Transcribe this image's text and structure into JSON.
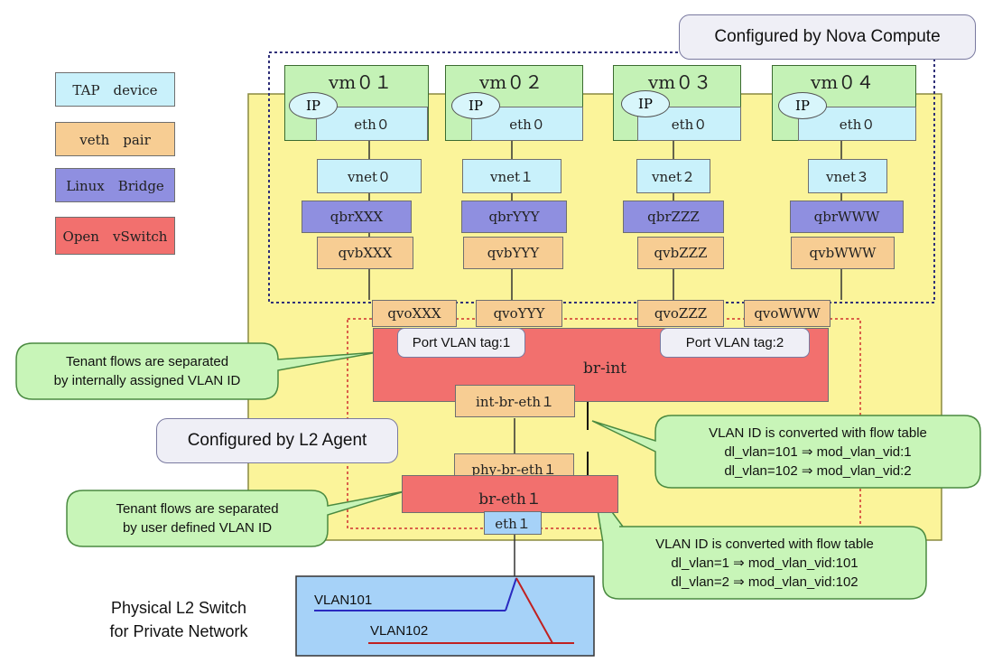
{
  "legend": [
    {
      "label": "TAP　device",
      "kind": "tap"
    },
    {
      "label": "veth　pair",
      "kind": "veth"
    },
    {
      "label": "Linux　Bridge",
      "kind": "bridge"
    },
    {
      "label": "Open　vSwitch",
      "kind": "ovs"
    }
  ],
  "nova_label": "Configured by Nova Compute",
  "l2_label": "Configured by L2 Agent",
  "vms": [
    {
      "name": "vm０１",
      "ip": "IP",
      "eth": "eth０",
      "vnet": "vnet０",
      "qbr": "qbrXXX",
      "qvb": "qvbXXX",
      "qvo": "qvoXXX"
    },
    {
      "name": "vm０２",
      "ip": "IP",
      "eth": "eth０",
      "vnet": "vnet１",
      "qbr": "qbrYYY",
      "qvb": "qvbYYY",
      "qvo": "qvoYYY"
    },
    {
      "name": "vm０３",
      "ip": "IP",
      "eth": "eth０",
      "vnet": "vnet２",
      "qbr": "qbrZZZ",
      "qvb": "qvbZZZ",
      "qvo": "qvoZZZ"
    },
    {
      "name": "vm０４",
      "ip": "IP",
      "eth": "eth０",
      "vnet": "vnet３",
      "qbr": "qbrWWW",
      "qvb": "qvbWWW",
      "qvo": "qvoWWW"
    }
  ],
  "br_int": {
    "name": "br-int",
    "tag1": "Port VLAN tag:1",
    "tag2": "Port VLAN tag:2",
    "int_port": "int-br-eth１"
  },
  "br_eth": {
    "name": "br-eth１",
    "phy_port": "phy-br-eth１",
    "eth": "eth１"
  },
  "callouts": {
    "tenant_internal": "Tenant flows are separated\nby internally assigned VLAN ID",
    "tenant_user": "Tenant flows are separated\nby user defined VLAN ID",
    "convert_upper": "VLAN ID is converted with flow table\ndl_vlan=101 ⇒ mod_vlan_vid:1\ndl_vlan=102 ⇒ mod_vlan_vid:2",
    "convert_lower": "VLAN ID is converted with flow table\ndl_vlan=1 ⇒ mod_vlan_vid:101\ndl_vlan=2 ⇒ mod_vlan_vid:102"
  },
  "switch": {
    "label": "Physical L2 Switch\nfor Private Network",
    "vlan101": "VLAN101",
    "vlan102": "VLAN102"
  },
  "colors": {
    "tap": "#c9f1fb",
    "veth": "#f7cd93",
    "linux_bridge": "#8f8fe0",
    "open_vswitch": "#f2706e",
    "vm": "#c4f2b6",
    "host": "#fbf49a",
    "callout": "#c8f5b8",
    "switch": "#a6d2f8"
  }
}
